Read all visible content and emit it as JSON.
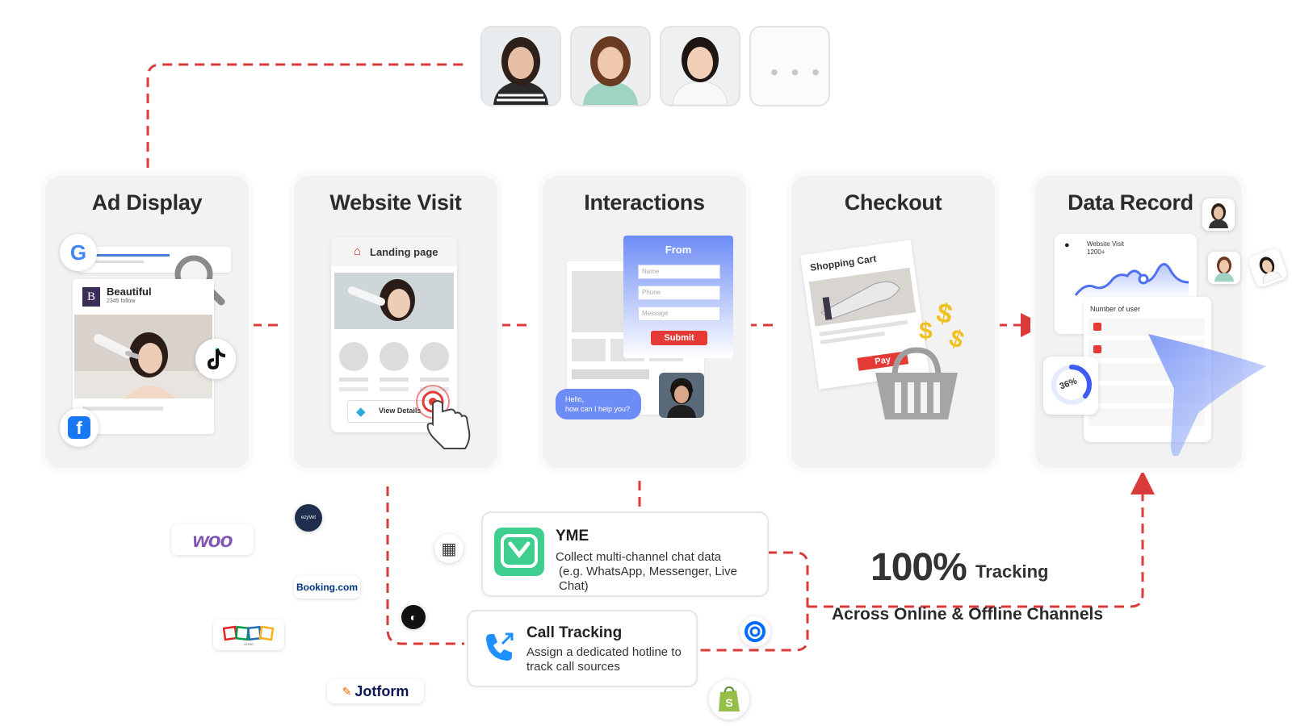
{
  "stages": [
    {
      "title": "Ad Display"
    },
    {
      "title": "Website Visit"
    },
    {
      "title": "Interactions"
    },
    {
      "title": "Checkout"
    },
    {
      "title": "Data Record"
    }
  ],
  "avatars": {
    "more": "• • •"
  },
  "ad_display": {
    "brand_initial": "B",
    "brand_name": "Beautiful",
    "brand_followers": "2345 follow"
  },
  "website_visit": {
    "landing_label": "Landing page",
    "view_details_label": "View Details"
  },
  "interactions": {
    "form_title": "From",
    "fields": [
      "Name",
      "Phone",
      "Message"
    ],
    "submit_label": "Submit",
    "chat_line1": "Hello,",
    "chat_line2": "how can I help you?"
  },
  "checkout": {
    "cart_label": "Shopping Cart",
    "pay_label": "Pay"
  },
  "data_record": {
    "website_visit_label": "Website Visit",
    "website_visit_count": "1200+",
    "number_of_user_label": "Number of user",
    "percent_label": "36%",
    "percent_value": 36
  },
  "integrations": {
    "woo": "woo",
    "ezyvet": "ezyVet",
    "booking": "Booking.com",
    "zoho": "ZOHO",
    "jotform": "Jotform"
  },
  "yme": {
    "title": "YME",
    "line1": "Collect multi-channel chat data",
    "line2": "(e.g. WhatsApp, Messenger, Live Chat)"
  },
  "call_tracking": {
    "title": "Call Tracking",
    "line1": "Assign a dedicated hotline to",
    "line2": "track call sources"
  },
  "tracking": {
    "percent": "100%",
    "word": "Tracking",
    "subtitle": "Across Online & Offline Channels"
  },
  "colors": {
    "accent_red": "#d93a3a",
    "purple": "#7f54b3",
    "yme_green": "#3ecf8e",
    "form_blue": "#6d8cf5"
  }
}
